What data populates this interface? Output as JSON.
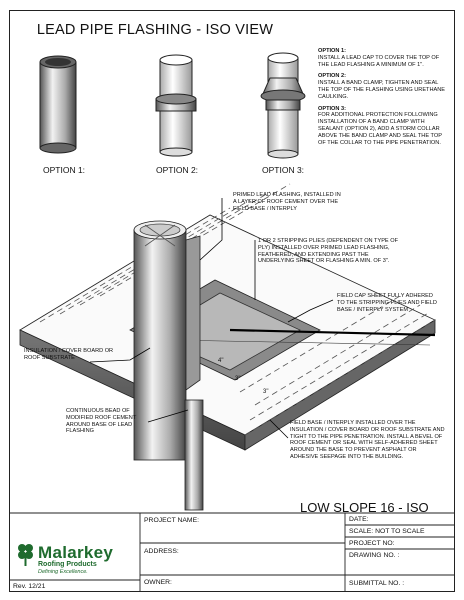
{
  "title": "LEAD PIPE FLASHING - ISO VIEW",
  "options": {
    "labels": [
      "OPTION 1:",
      "OPTION 2:",
      "OPTION 3:"
    ],
    "notes": [
      {
        "heading": "OPTION 1:",
        "text": "INSTALL A LEAD CAP TO COVER THE TOP OF THE LEAD FLASHING A MINIMUM OF 1\"."
      },
      {
        "heading": "OPTION 2:",
        "text": "INSTALL A BAND CLAMP, TIGHTEN AND SEAL THE TOP OF THE FLASHING USING URETHANE CAULKING."
      },
      {
        "heading": "OPTION 3:",
        "text": "FOR ADDITIONAL PROTECTION FOLLOWING INSTALLATION OF A BAND CLAMP WITH SEALANT (OPTION 2), ADD A STORM COLLAR ABOVE THE BAND CLAMP AND SEAL THE TOP OF THE COLLAR TO THE PIPE PENETRATION."
      }
    ]
  },
  "callouts": {
    "primed_flashing": "PRIMED LEAD FLASHING, INSTALLED IN A LAYER OF ROOF CEMENT OVER THE FIELD BASE / INTERPLY",
    "stripping_plies": "1 OR 2 STRIPPING PLIES (DEPENDENT ON TYPE OF PLY) INSTALLED OVER PRIMED LEAD FLASHING, FEATHERED, AND EXTENDING PAST THE UNDERLYING SHEET OR FLASHING A MIN. OF 3\".",
    "field_cap": "FIELD CAP SHEET FULLY ADHERED TO THE STRIPPING PLIES AND FIELD BASE / INTERPLY SYSTEM",
    "insulation": "INSULATION / COVER BOARD OR ROOF SUBSTRATE",
    "continuous_bead": "CONTINUOUS BEAD OF MODIFIED ROOF CEMENT AROUND BASE OF LEAD FLASHING",
    "field_base": "FIELD BASE / INTERPLY INSTALLED OVER THE INSULATION / COVER BOARD OR ROOF SUBSTRATE AND TIGHT TO THE PIPE PENETRATION. INSTALL A BEVEL OF ROOF CEMENT OR SEAL WITH SELF-ADHERED SHEET AROUND THE BASE TO PREVENT ASPHALT OR ADHESIVE SEEPAGE INTO THE BUILDING."
  },
  "dimensions": {
    "d1": "4\"",
    "d2": "3\"",
    "d3": "3\""
  },
  "sheet_name": "LOW SLOPE 16 - ISO",
  "title_block": {
    "project_name": "PROJECT NAME:",
    "address": "ADDRESS:",
    "owner": "OWNER:",
    "date": "DATE:",
    "scale": "SCALE:  NOT TO SCALE",
    "project_no": "PROJECT NO:",
    "drawing_no": "DRAWING NO. :",
    "submittal_no": "SUBMITTAL NO. :",
    "rev": "Rev. 12/21"
  },
  "logo": {
    "word": "Malarkey",
    "sub": "Roofing Products",
    "tagline": "Defining Excellence."
  },
  "colors": {
    "logo_green": "#1f6b2e",
    "line": "#222222"
  }
}
